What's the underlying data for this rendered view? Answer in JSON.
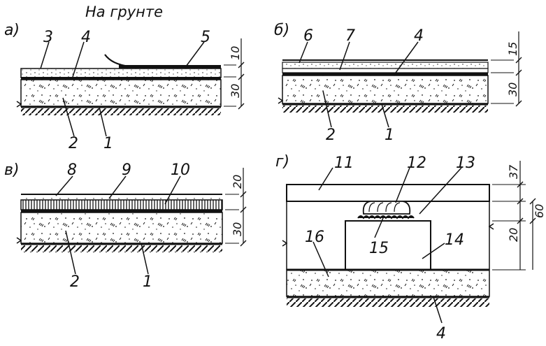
{
  "title": "На грунте",
  "panels": {
    "a": {
      "label": "а)",
      "callouts": [
        "3",
        "4",
        "5",
        "2",
        "1"
      ],
      "dims": [
        "10",
        "30"
      ]
    },
    "b": {
      "label": "б)",
      "callouts": [
        "6",
        "7",
        "4",
        "2",
        "1"
      ],
      "dims": [
        "15",
        "30"
      ]
    },
    "v": {
      "label": "в)",
      "callouts": [
        "8",
        "9",
        "10",
        "2",
        "1"
      ],
      "dims": [
        "20",
        "30"
      ]
    },
    "g": {
      "label": "г)",
      "callouts": [
        "11",
        "12",
        "13",
        "16",
        "15",
        "14",
        "4"
      ],
      "dims": [
        "37",
        "60",
        "20"
      ]
    }
  }
}
